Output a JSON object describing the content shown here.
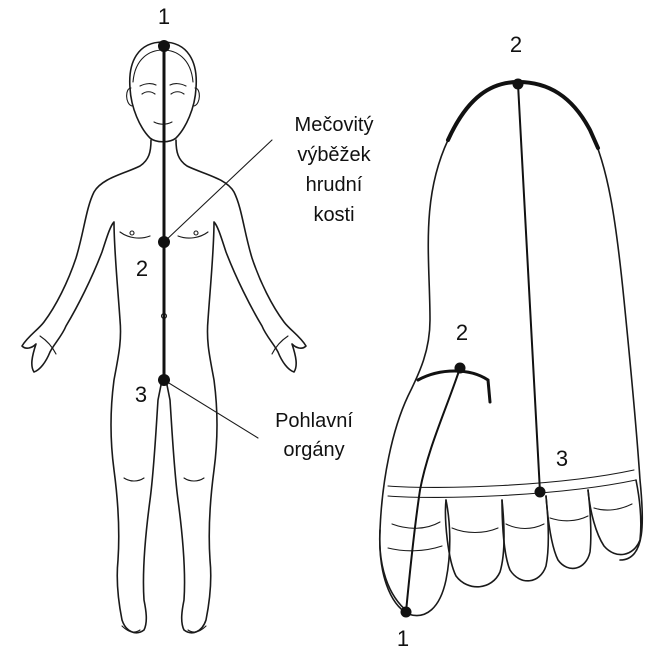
{
  "body_figure": {
    "point_1": "1",
    "point_2": "2",
    "point_3": "3",
    "label_xiphoid_line1": "Mečovitý",
    "label_xiphoid_line2": "výběžek",
    "label_xiphoid_line3": "hrudní",
    "label_xiphoid_line4": "kosti",
    "label_genitals_line1": "Pohlavní",
    "label_genitals_line2": "orgány"
  },
  "foot_figure": {
    "main_point_2": "2",
    "main_point_3": "3",
    "toe_point_2": "2",
    "toe_point_1": "1"
  }
}
